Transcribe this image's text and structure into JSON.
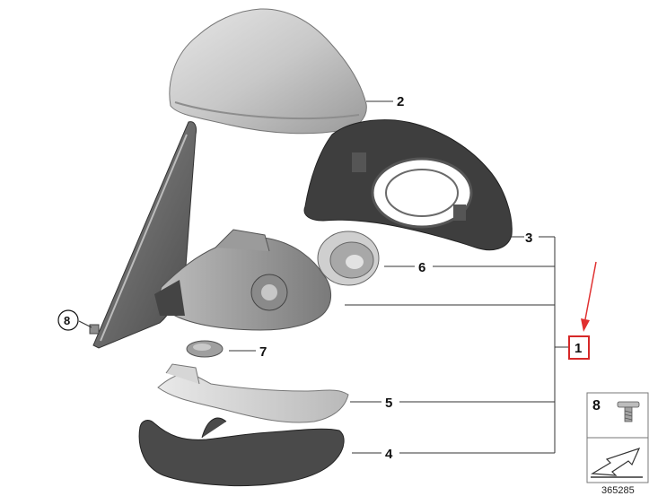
{
  "diagram": {
    "callouts": {
      "c1": "1",
      "c2": "2",
      "c3": "3",
      "c4": "4",
      "c5": "5",
      "c6": "6",
      "c7": "7",
      "c8": "8"
    },
    "legend_part_number": "8",
    "reference_number": "365285",
    "colors": {
      "highlight_box": "#d62828",
      "arrow": "#e03030",
      "leader_line": "#333333"
    },
    "icons": {
      "screw": "screw-icon",
      "direction_arrow": "direction-arrow-icon"
    }
  }
}
